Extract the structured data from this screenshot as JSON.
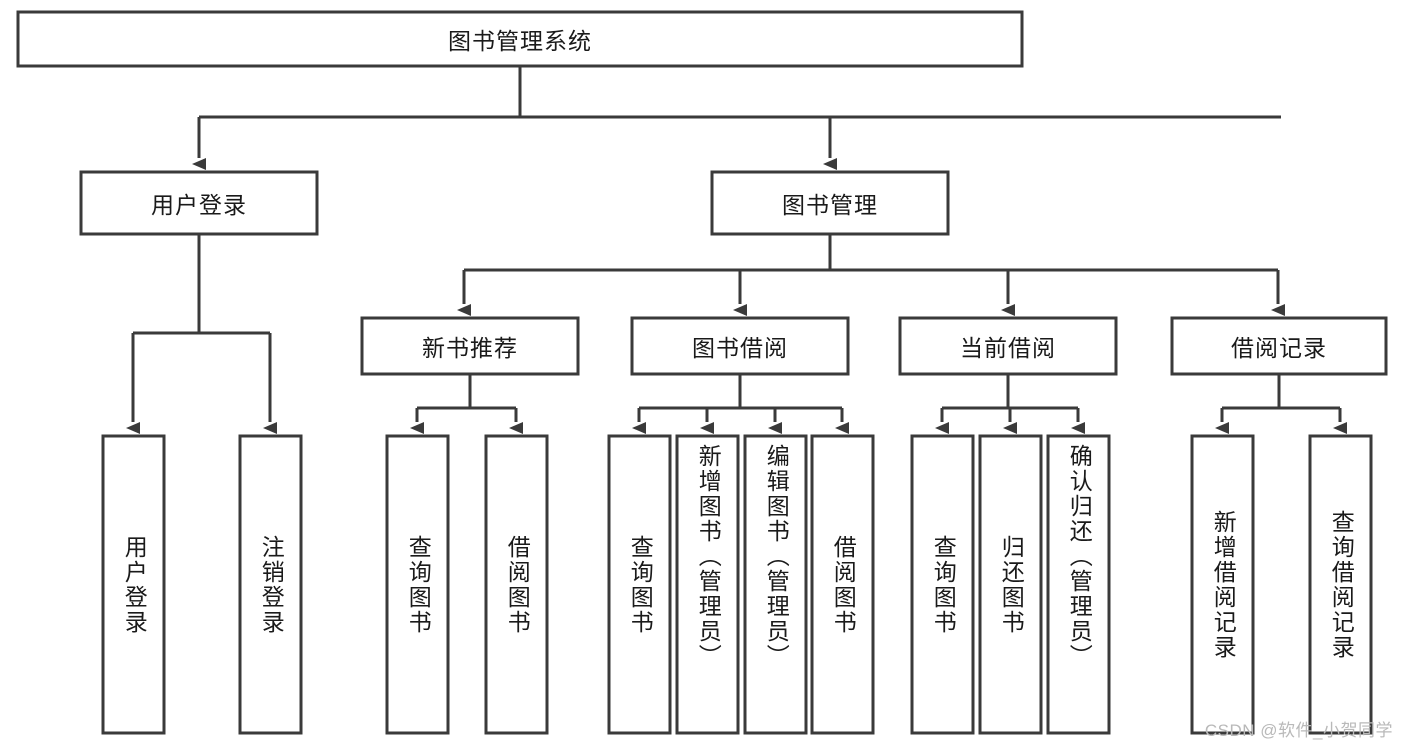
{
  "diagram": {
    "type": "tree-hierarchy-flowchart",
    "title": "图书管理系统",
    "watermark": "CSDN @软件_小贺同学",
    "colors": {
      "stroke": "#3a3a3a",
      "fill": "#ffffff",
      "text": "#1a1a1a",
      "watermark": "#b9b9b9",
      "background": "#ffffff"
    },
    "levels": {
      "root": {
        "label": "图书管理系统"
      },
      "level2": [
        {
          "id": "user-login",
          "label": "用户登录"
        },
        {
          "id": "book-management",
          "label": "图书管理"
        }
      ],
      "level3": [
        {
          "id": "new-book-recommend",
          "label": "新书推荐",
          "parent": "book-management"
        },
        {
          "id": "book-borrow",
          "label": "图书借阅",
          "parent": "book-management"
        },
        {
          "id": "current-borrow",
          "label": "当前借阅",
          "parent": "book-management"
        },
        {
          "id": "borrow-record",
          "label": "借阅记录",
          "parent": "book-management"
        }
      ],
      "leaves": [
        {
          "id": "leaf-user-login",
          "label": "用户登录",
          "parent": "user-login"
        },
        {
          "id": "leaf-logout-login",
          "label": "注销登录",
          "parent": "user-login"
        },
        {
          "id": "leaf-query-book-1",
          "label": "查询图书",
          "parent": "new-book-recommend"
        },
        {
          "id": "leaf-borrow-book-1",
          "label": "借阅图书",
          "parent": "new-book-recommend"
        },
        {
          "id": "leaf-query-book-2",
          "label": "查询图书",
          "parent": "book-borrow"
        },
        {
          "id": "leaf-add-book",
          "label": "新增图书（管理员）",
          "parent": "book-borrow"
        },
        {
          "id": "leaf-edit-book",
          "label": "编辑图书（管理员）",
          "parent": "book-borrow"
        },
        {
          "id": "leaf-borrow-book-2",
          "label": "借阅图书",
          "parent": "book-borrow"
        },
        {
          "id": "leaf-query-book-3",
          "label": "查询图书",
          "parent": "current-borrow"
        },
        {
          "id": "leaf-return-book",
          "label": "归还图书",
          "parent": "current-borrow"
        },
        {
          "id": "leaf-confirm-return",
          "label": "确认归还（管理员）",
          "parent": "current-borrow"
        },
        {
          "id": "leaf-add-record",
          "label": "新增借阅记录",
          "parent": "borrow-record"
        },
        {
          "id": "leaf-query-record",
          "label": "查询借阅记录",
          "parent": "borrow-record"
        }
      ]
    }
  }
}
